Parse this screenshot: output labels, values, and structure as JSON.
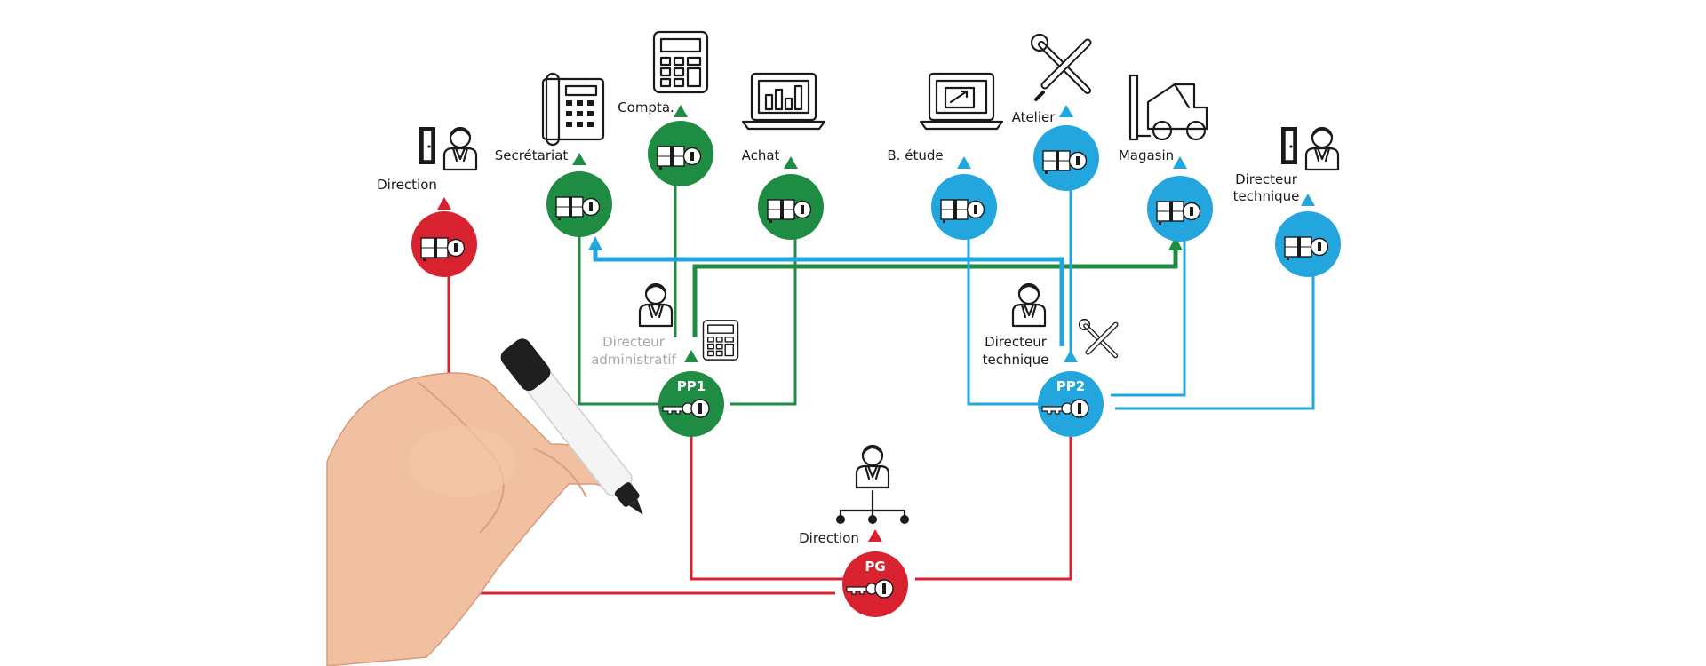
{
  "colors": {
    "red": "#d8222f",
    "green": "#1e8c43",
    "blue": "#23a6de"
  },
  "nodes": {
    "direction_top": {
      "label": "Direction"
    },
    "secretariat": {
      "label": "Secrétariat"
    },
    "compta": {
      "label": "Compta."
    },
    "achat": {
      "label": "Achat"
    },
    "etude": {
      "label": "B. étude"
    },
    "atelier": {
      "label": "Atelier"
    },
    "magasin": {
      "label": "Magasin"
    },
    "dir_tech_top": {
      "label_line1": "Directeur",
      "label_line2": "technique"
    },
    "pp1": {
      "key": "PP1",
      "label_line1": "Directeur",
      "label_line2": "administratif"
    },
    "pp2": {
      "key": "PP2",
      "label_line1": "Directeur",
      "label_line2": "technique"
    },
    "pg": {
      "key": "PG",
      "label": "Direction"
    }
  }
}
